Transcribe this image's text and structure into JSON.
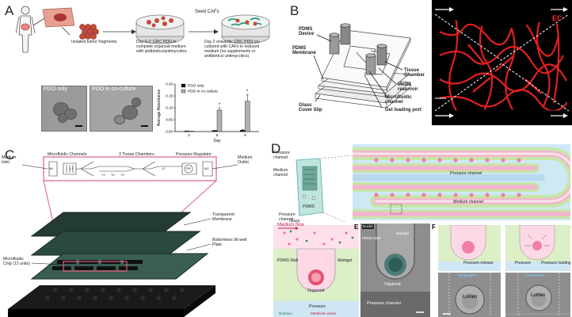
{
  "panel_a": {
    "letter": "A",
    "step_isolated": "Isolated tumor fragments",
    "step_day0": "Day 0-2: CRC PDO in complete organoid medium with antibiotics/antimycotics",
    "step_seed": "Seed CAFs",
    "step_day2": "Day 2 onwards: CRC PDO co-cultured with CAFs in reduced medium (no supplements or antibiotics/ antimycotics)",
    "img_pdo_only": "PDO only",
    "img_coculture": "PDO in co-culture",
    "chart_data": {
      "type": "bar",
      "categories": [
        "2",
        "6",
        "9"
      ],
      "series": [
        {
          "name": "PDO only",
          "values": [
            0.003,
            0.005,
            0.006
          ]
        },
        {
          "name": "PDO in co-culture",
          "values": [
            0.002,
            0.09,
            0.128
          ]
        }
      ],
      "errors": [
        [
          0.0,
          0.0,
          0.002
        ],
        [
          0.0,
          0.01,
          0.028
        ]
      ],
      "significance": [
        "",
        "*",
        "*"
      ],
      "ylim": [
        0,
        0.2
      ],
      "yticks": [
        "0.00",
        "0.05",
        "0.10",
        "0.15",
        "0.20"
      ],
      "xlabel": "Day",
      "ylabel": "Average Absorbance",
      "colors": [
        "#111111",
        "#b0b0b0"
      ]
    }
  },
  "panel_b": {
    "letter": "B",
    "pdms_device": "PDMS Device",
    "pdms_membrane": "PDMS Membrane",
    "glass": "Glass Cover Slip",
    "tissue_chamber": "Tissue Chamber",
    "media_reservoir": "Media reservoir",
    "microfluidic_channel": "Microfluidic channel",
    "gel_port": "Gel loading port",
    "ec_label": "EC"
  },
  "panel_c": {
    "letter": "C",
    "medium_inlet": "Medium Inlet",
    "microfluidic_channels": "Microfluidic Channels",
    "tissue_chambers": "3 Tissue Chambers",
    "pressure_regulator": "Pressure Regulator",
    "medium_outlet": "Medium Outlet",
    "m1": "M1",
    "l1": "L1",
    "t1": "T1",
    "t2": "T2",
    "t3": "T3",
    "l2": "L2",
    "pr": "PR",
    "m2": "M2",
    "transparent_membrane": "Transparent Membrane",
    "bottomless_plate": "Bottomless 96-well Plate",
    "microfluidic_chip": "Microfluidic Chip (12 units)"
  },
  "panel_d": {
    "letter": "D",
    "pressure_channel_top": "Pressure channel",
    "medium_channel_left": "Medium channel",
    "pressure_channel_left": "Pressure channel",
    "pdms": "PDMS",
    "glass_slide": "Glass slide",
    "zoom_pressure_channel": "Pressure channel",
    "zoom_medium_channel": "Medium channel",
    "e_letter": "E",
    "medium_flow": "Medium flow",
    "pdms_wall": "PDMS Wall",
    "matrigel": "Matrigel",
    "organoid": "Organoid",
    "pressure": "Pressure",
    "nutrition": "Nutrition",
    "metabolic_waste": "Metabolic waste",
    "nuclei": "Nuclei",
    "e_pdms_wall": "PDMS Wall",
    "e_matrigel": "Matrigel",
    "e_organoid": "Organoid",
    "e_pressure_channel": "Pressure channel",
    "f_letter": "F",
    "pressure_release": "Pressure release",
    "pressure_loading": "Pressure loading",
    "relaxation": "Relaxation",
    "contraction": "Contraction",
    "lumen_1": "Lumen",
    "lumen_2": "Lumen"
  }
}
